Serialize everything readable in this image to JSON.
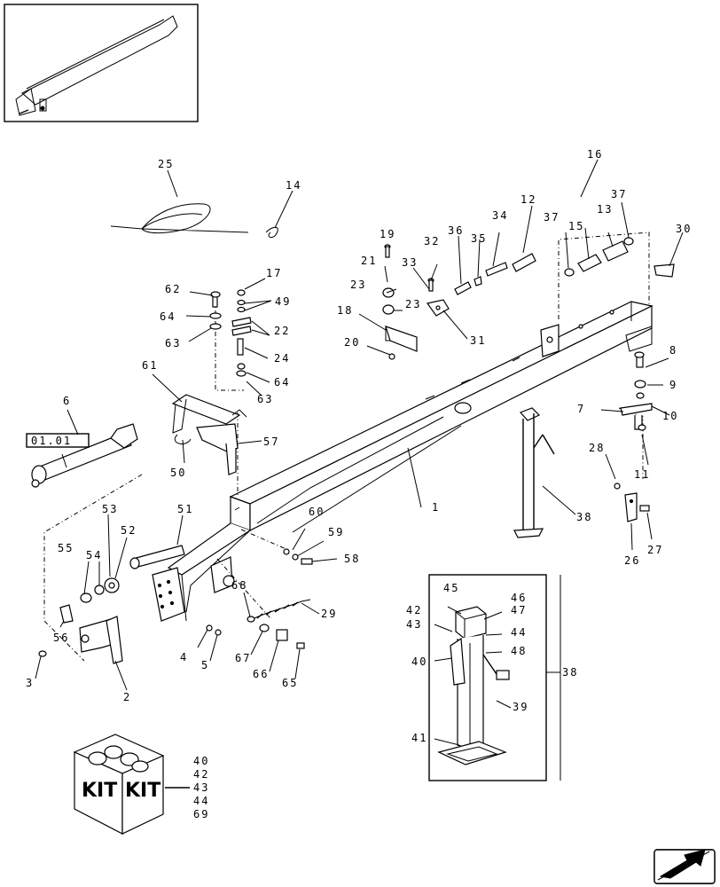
{
  "diagram": {
    "callouts": {
      "c1": "1",
      "c2": "2",
      "c3": "3",
      "c4": "4",
      "c5": "5",
      "c6": "6",
      "c7": "7",
      "c8": "8",
      "c9": "9",
      "c10": "10",
      "c11": "11",
      "c12": "12",
      "c13": "13",
      "c14": "14",
      "c15": "15",
      "c16": "16",
      "c17": "17",
      "c18": "18",
      "c19": "19",
      "c20": "20",
      "c21": "21",
      "c22": "22",
      "c23a": "23",
      "c23b": "23",
      "c24": "24",
      "c25": "25",
      "c26": "26",
      "c27": "27",
      "c28": "28",
      "c29": "29",
      "c30": "30",
      "c31": "31",
      "c32": "32",
      "c33": "33",
      "c34": "34",
      "c35": "35",
      "c36": "36",
      "c37a": "37",
      "c37b": "37",
      "c38a": "38",
      "c38b": "38",
      "c39": "39",
      "c40": "40",
      "c41": "41",
      "c42": "42",
      "c43": "43",
      "c44": "44",
      "c45": "45",
      "c46": "46",
      "c47": "47",
      "c48": "48",
      "c49": "49",
      "c50": "50",
      "c51": "51",
      "c52": "52",
      "c53": "53",
      "c54": "54",
      "c55": "55",
      "c56": "56",
      "c57": "57",
      "c58": "58",
      "c59": "59",
      "c60": "60",
      "c61": "61",
      "c62": "62",
      "c63a": "63",
      "c63b": "63",
      "c64a": "64",
      "c64b": "64",
      "c65": "65",
      "c66": "66",
      "c67": "67",
      "c68": "68"
    },
    "ref_box": "01.01",
    "kit": {
      "box_text_left": "KIT",
      "box_text_right": "KIT",
      "items": [
        "40",
        "42",
        "43",
        "44",
        "69"
      ]
    }
  }
}
